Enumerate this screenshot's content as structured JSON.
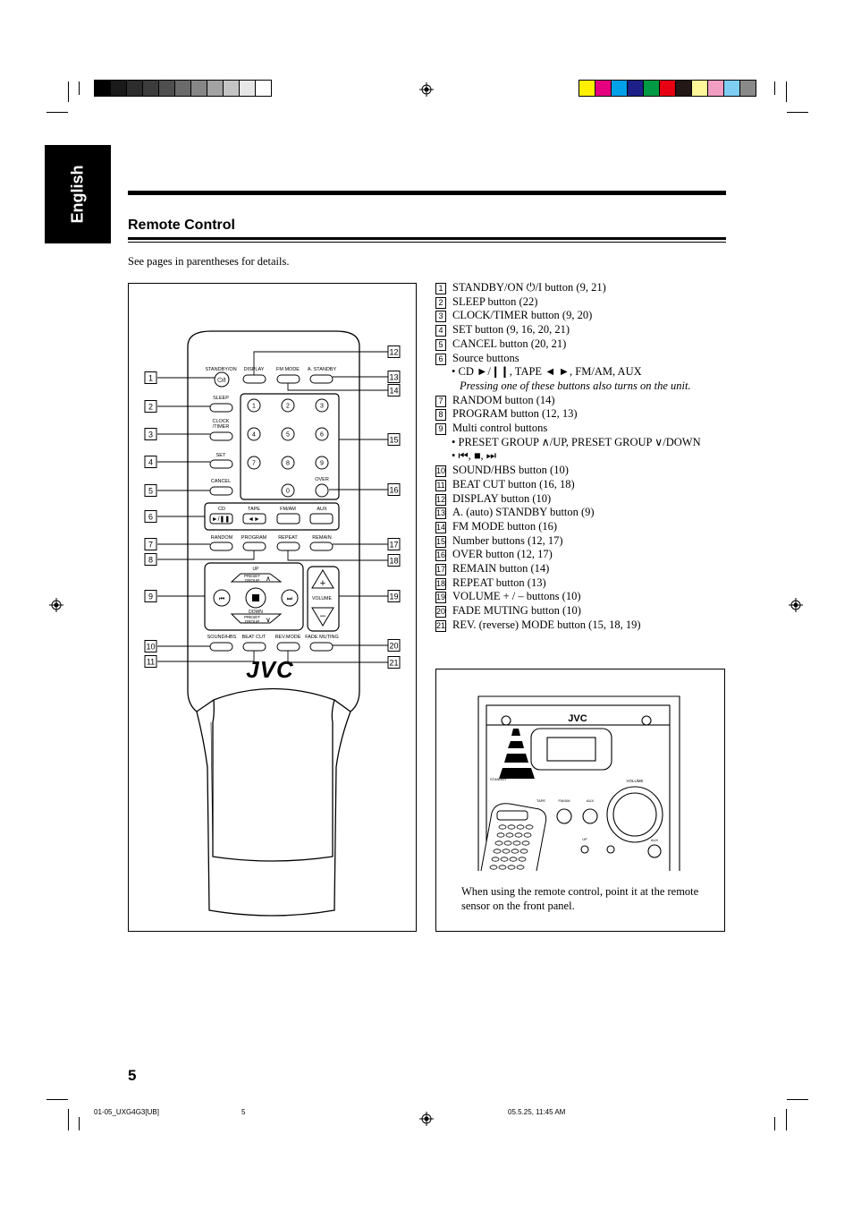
{
  "side_tab": "English",
  "section_title": "Remote Control",
  "intro": "See pages in parentheses for details.",
  "legend": [
    {
      "n": "1",
      "text": "STANDBY/ON ⏻/I button (9, 21)"
    },
    {
      "n": "2",
      "text": "SLEEP button (22)"
    },
    {
      "n": "3",
      "text": "CLOCK/TIMER button (9, 20)"
    },
    {
      "n": "4",
      "text": "SET button (9, 16, 20, 21)"
    },
    {
      "n": "5",
      "text": "CANCEL button (20, 21)"
    },
    {
      "n": "6",
      "text": "Source buttons"
    },
    {
      "n": "7",
      "text": "RANDOM button (14)"
    },
    {
      "n": "8",
      "text": "PROGRAM button (12, 13)"
    },
    {
      "n": "9",
      "text": "Multi control buttons"
    },
    {
      "n": "10",
      "text": "SOUND/HBS button (10)"
    },
    {
      "n": "11",
      "text": "BEAT CUT button (16, 18)"
    },
    {
      "n": "12",
      "text": "DISPLAY button (10)"
    },
    {
      "n": "13",
      "text": "A. (auto) STANDBY button (9)"
    },
    {
      "n": "14",
      "text": "FM MODE button (16)"
    },
    {
      "n": "15",
      "text": "Number buttons (12, 17)"
    },
    {
      "n": "16",
      "text": "OVER button (12, 17)"
    },
    {
      "n": "17",
      "text": "REMAIN button (14)"
    },
    {
      "n": "18",
      "text": "REPEAT button (13)"
    },
    {
      "n": "19",
      "text": "VOLUME + / – buttons (10)"
    },
    {
      "n": "20",
      "text": "FADE MUTING button (10)"
    },
    {
      "n": "21",
      "text": "REV. (reverse) MODE button (15, 18, 19)"
    }
  ],
  "source_sub": "• CD ►/❙❙, TAPE ◄ ►, FM/AM, AUX",
  "source_note": "Pressing one of these buttons also turns on the unit.",
  "multi_sub1": "•  PRESET GROUP ∧/UP, PRESET GROUP ∨/DOWN",
  "multi_sub2": "•  ⏮, ■, ⏭",
  "sensor_caption": "When using the remote control, point it at the remote sensor on the front panel.",
  "page_number": "5",
  "footer": {
    "file": "01-05_UXG4G3[UB]",
    "page": "5",
    "date": "05.5.25, 11:45 AM"
  },
  "remote": {
    "brand": "JVC",
    "labels": {
      "standby": "STANDBY/ON",
      "display": "DISPLAY",
      "fmmode": "FM MODE",
      "astandby": "A. STANDBY",
      "sleep": "SLEEP",
      "clock": "CLOCK",
      "timer": "/TIMER",
      "set": "SET",
      "cancel": "CANCEL",
      "cd": "CD",
      "tape": "TAPE",
      "fmam": "FM/AM",
      "aux": "AUX",
      "random": "RANDOM",
      "program": "PROGRAM",
      "repeat": "REPEAT",
      "remain": "REMAIN",
      "up": "UP",
      "preset": "PRESET",
      "group": "GROUP",
      "down": "DOWN",
      "volume": "VOLUME",
      "soundhbs": "SOUND/HBS",
      "beatcut": "BEAT CUT",
      "revmode": "REV.MODE",
      "fademuting": "FADE MUTING",
      "over": "OVER"
    },
    "digits": [
      "1",
      "2",
      "3",
      "4",
      "5",
      "6",
      "7",
      "8",
      "9",
      "0"
    ]
  },
  "unit": {
    "brand": "JVC",
    "volume": "VOLUME",
    "tape": "TAPE",
    "fmam": "FM/AM",
    "aux": "AUX",
    "aux_jack": "AUX",
    "standby": "STANDBY",
    "up": "UP"
  },
  "colors": {
    "grayscale": [
      "#000000",
      "#1a1a1a",
      "#2d2d2d",
      "#3c3c3c",
      "#4f4f4f",
      "#6b6b6b",
      "#868686",
      "#a3a3a3",
      "#c4c4c4",
      "#e6e6e6",
      "#ffffff"
    ],
    "process": [
      "#ffef00",
      "#e4007f",
      "#00a0e9",
      "#1d2088",
      "#009944",
      "#e60012",
      "#231815",
      "#fff799",
      "#f19ec2",
      "#7ecef4",
      "#898989"
    ]
  }
}
